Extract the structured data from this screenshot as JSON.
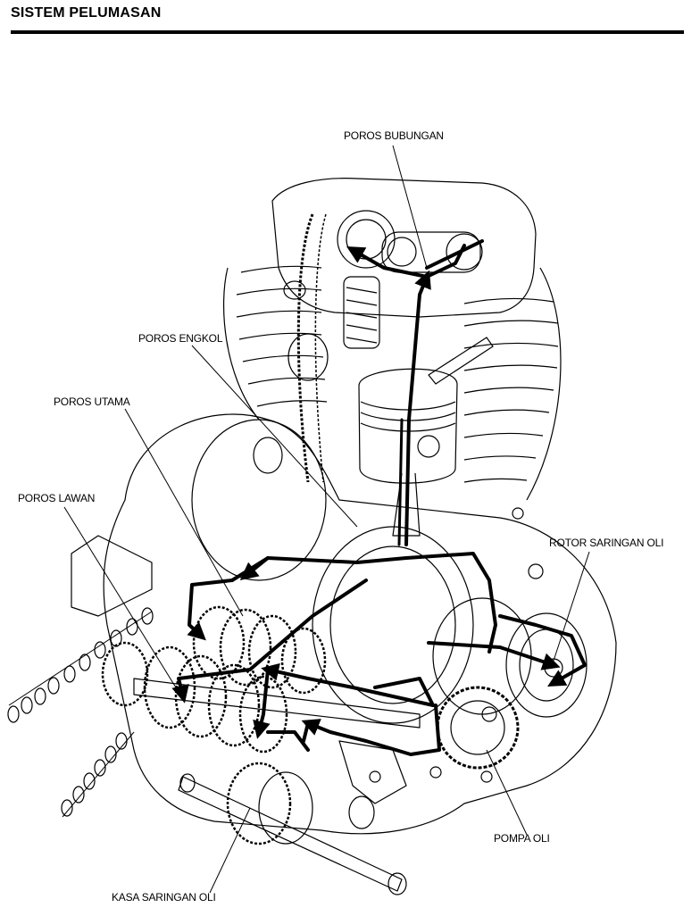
{
  "header": {
    "title": "SISTEM PELUMASAN"
  },
  "labels": {
    "poros_bubungan": "POROS BUBUNGAN",
    "poros_engkol": "POROS ENGKOL",
    "poros_utama": "POROS UTAMA",
    "poros_lawan": "POROS LAWAN",
    "rotor_saringan_oli": "ROTOR SARINGAN OLI",
    "pompa_oli": "POMPA OLI",
    "kasa_saringan_oli": "KASA SARINGAN OLI"
  },
  "colors": {
    "ink": "#000000",
    "paper": "#ffffff"
  }
}
